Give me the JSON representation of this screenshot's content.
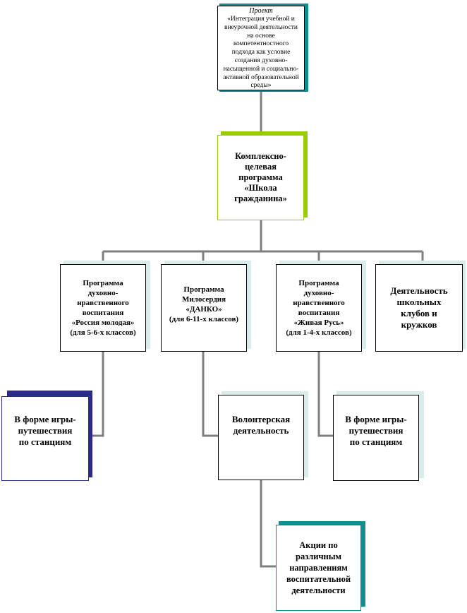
{
  "colors": {
    "line": "#7f7f7f",
    "teal": "#0e8e8e",
    "lime": "#99cc00",
    "navy": "#2a2a8a",
    "lightblue": "#d8ecec"
  },
  "project": {
    "heading": "Проект",
    "text": "«Интеграция учебной и\nвнеурочной деятельности\nна основе\nкомпетентностного\nподхода как условие\nсоздания духовно-\nнасыщенной и социально-\nактивной образовательной\nсреды»"
  },
  "program": {
    "text": "Комплексно-\nцелевая\nпрограмма\n«Школа\nгражданина»"
  },
  "branches": [
    {
      "title": "Программа\nдуховно-\nнравственного\nвоспитания\n«Россия молодая»\n(для 5-6-х классов)"
    },
    {
      "title": "Программа\nМилосердия\n«ДАНКО»\n(для 6-11-х классов)"
    },
    {
      "title": "Программа\nдуховно-\nнравственного\nвоспитания\n«Живая Русь»\n(для 1-4-х классов)"
    },
    {
      "title": "Деятельность\nшкольных\nклубов и\nкружков"
    }
  ],
  "subs": {
    "games_left": "В форме игры-\nпутешествия\nпо станциям",
    "volunteer": "Волонтерская\nдеятельность",
    "games_right": "В форме игры-\nпутешествия\nпо станциям",
    "actions": "Акции по\nразличным\nнаправлениям\nвоспитательной\nдеятельности"
  }
}
